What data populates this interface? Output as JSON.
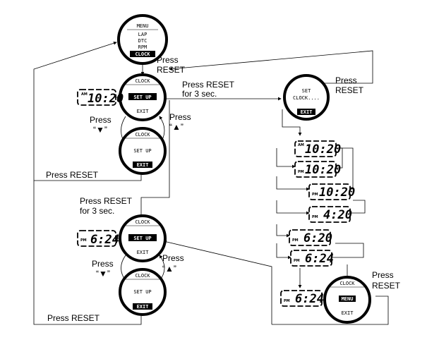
{
  "watch_top": {
    "menu": "MENU",
    "items": [
      "LAP",
      "DTC",
      "RPM"
    ],
    "selected": "CLOCK"
  },
  "watch_setup1": {
    "title": "CLOCK",
    "setup": "SET UP",
    "exit": "EXIT"
  },
  "watch_exit1": {
    "title": "CLOCK",
    "setup": "SET UP",
    "exit": "EXIT"
  },
  "watch_setup2": {
    "title": "CLOCK",
    "setup": "SET UP",
    "exit": "EXIT"
  },
  "watch_exit2": {
    "title": "CLOCK",
    "setup": "SET UP",
    "exit": "EXIT"
  },
  "watch_setclock": {
    "line1": "SET",
    "line2": "CLOCK....",
    "exit": "EXIT"
  },
  "watch_final": {
    "title": "CLOCK",
    "menu": "MENU",
    "exit": "EXIT"
  },
  "displays": {
    "d1": {
      "ampm": "AM",
      "time": "10:20"
    },
    "d2": {
      "ampm": "PM",
      "time": "6:24"
    },
    "s1": {
      "ampm": "AM",
      "time": "10:20"
    },
    "s2": {
      "ampm": "PM",
      "time": "10:20"
    },
    "s3": {
      "ampm": "PM",
      "time": "10:20"
    },
    "s4": {
      "ampm": "PM",
      "time": "4:20"
    },
    "s5": {
      "ampm": "PM",
      "time": "6:20"
    },
    "s6": {
      "ampm": "PM",
      "time": "6:24"
    },
    "s7": {
      "ampm": "PM",
      "time": "6:24"
    }
  },
  "labels": {
    "press_reset": "Press",
    "reset": "RESET",
    "press_reset_3s_a": "Press RESET",
    "for_3s": "for 3 sec.",
    "press": "Press",
    "down": "“▼”",
    "up": "“▲”",
    "press_reset_line": "Press RESET"
  }
}
